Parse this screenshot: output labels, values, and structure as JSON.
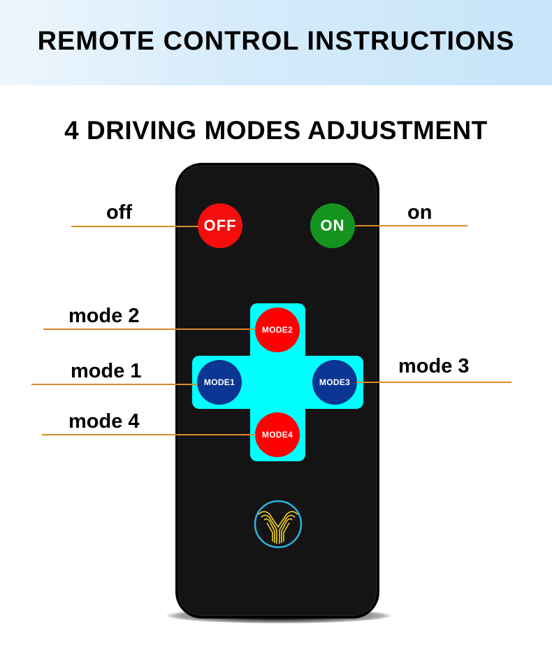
{
  "header": {
    "title": "REMOTE CONTROL INSTRUCTIONS"
  },
  "subtitle": "4 DRIVING MODES ADJUSTMENT",
  "remote": {
    "buttons": {
      "off": "OFF",
      "on": "ON",
      "mode1": "MODE1",
      "mode2": "MODE2",
      "mode3": "MODE3",
      "mode4": "MODE4"
    },
    "colors": {
      "off": "#f30d0d",
      "on": "#14941f",
      "mode_red": "#ff0000",
      "mode_blue": "#0a3592",
      "dpad": "#00ffff",
      "logo_ring": "#29b6e0",
      "logo_mark": "#f2d024"
    },
    "logo_icon": "y-logo-icon"
  },
  "labels": {
    "off": "off",
    "on": "on",
    "mode1": "mode 1",
    "mode2": "mode 2",
    "mode3": "mode 3",
    "mode4": "mode 4"
  },
  "leader_line_color": "#d68a2e"
}
